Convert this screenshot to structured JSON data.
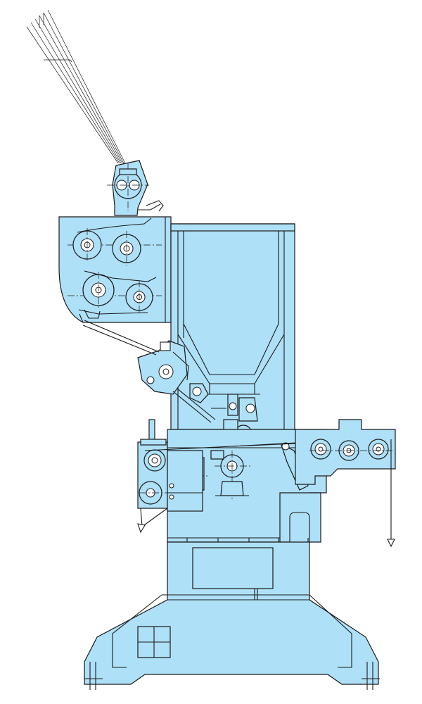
{
  "drawing": {
    "colors": {
      "machine_fill": "#aee0f7",
      "line": "#1a1a1a",
      "background": "#ffffff"
    },
    "subject": "machine-side-elevation",
    "components": [
      "filament-creel-lines",
      "top-guide-roller",
      "upper-roller-housing",
      "central-hopper",
      "guide-bracket-assembly",
      "left-feed-unit",
      "right-takeup-rollers",
      "outlet-arrow-left",
      "outlet-arrow-right",
      "base-frame",
      "control-panel"
    ]
  }
}
